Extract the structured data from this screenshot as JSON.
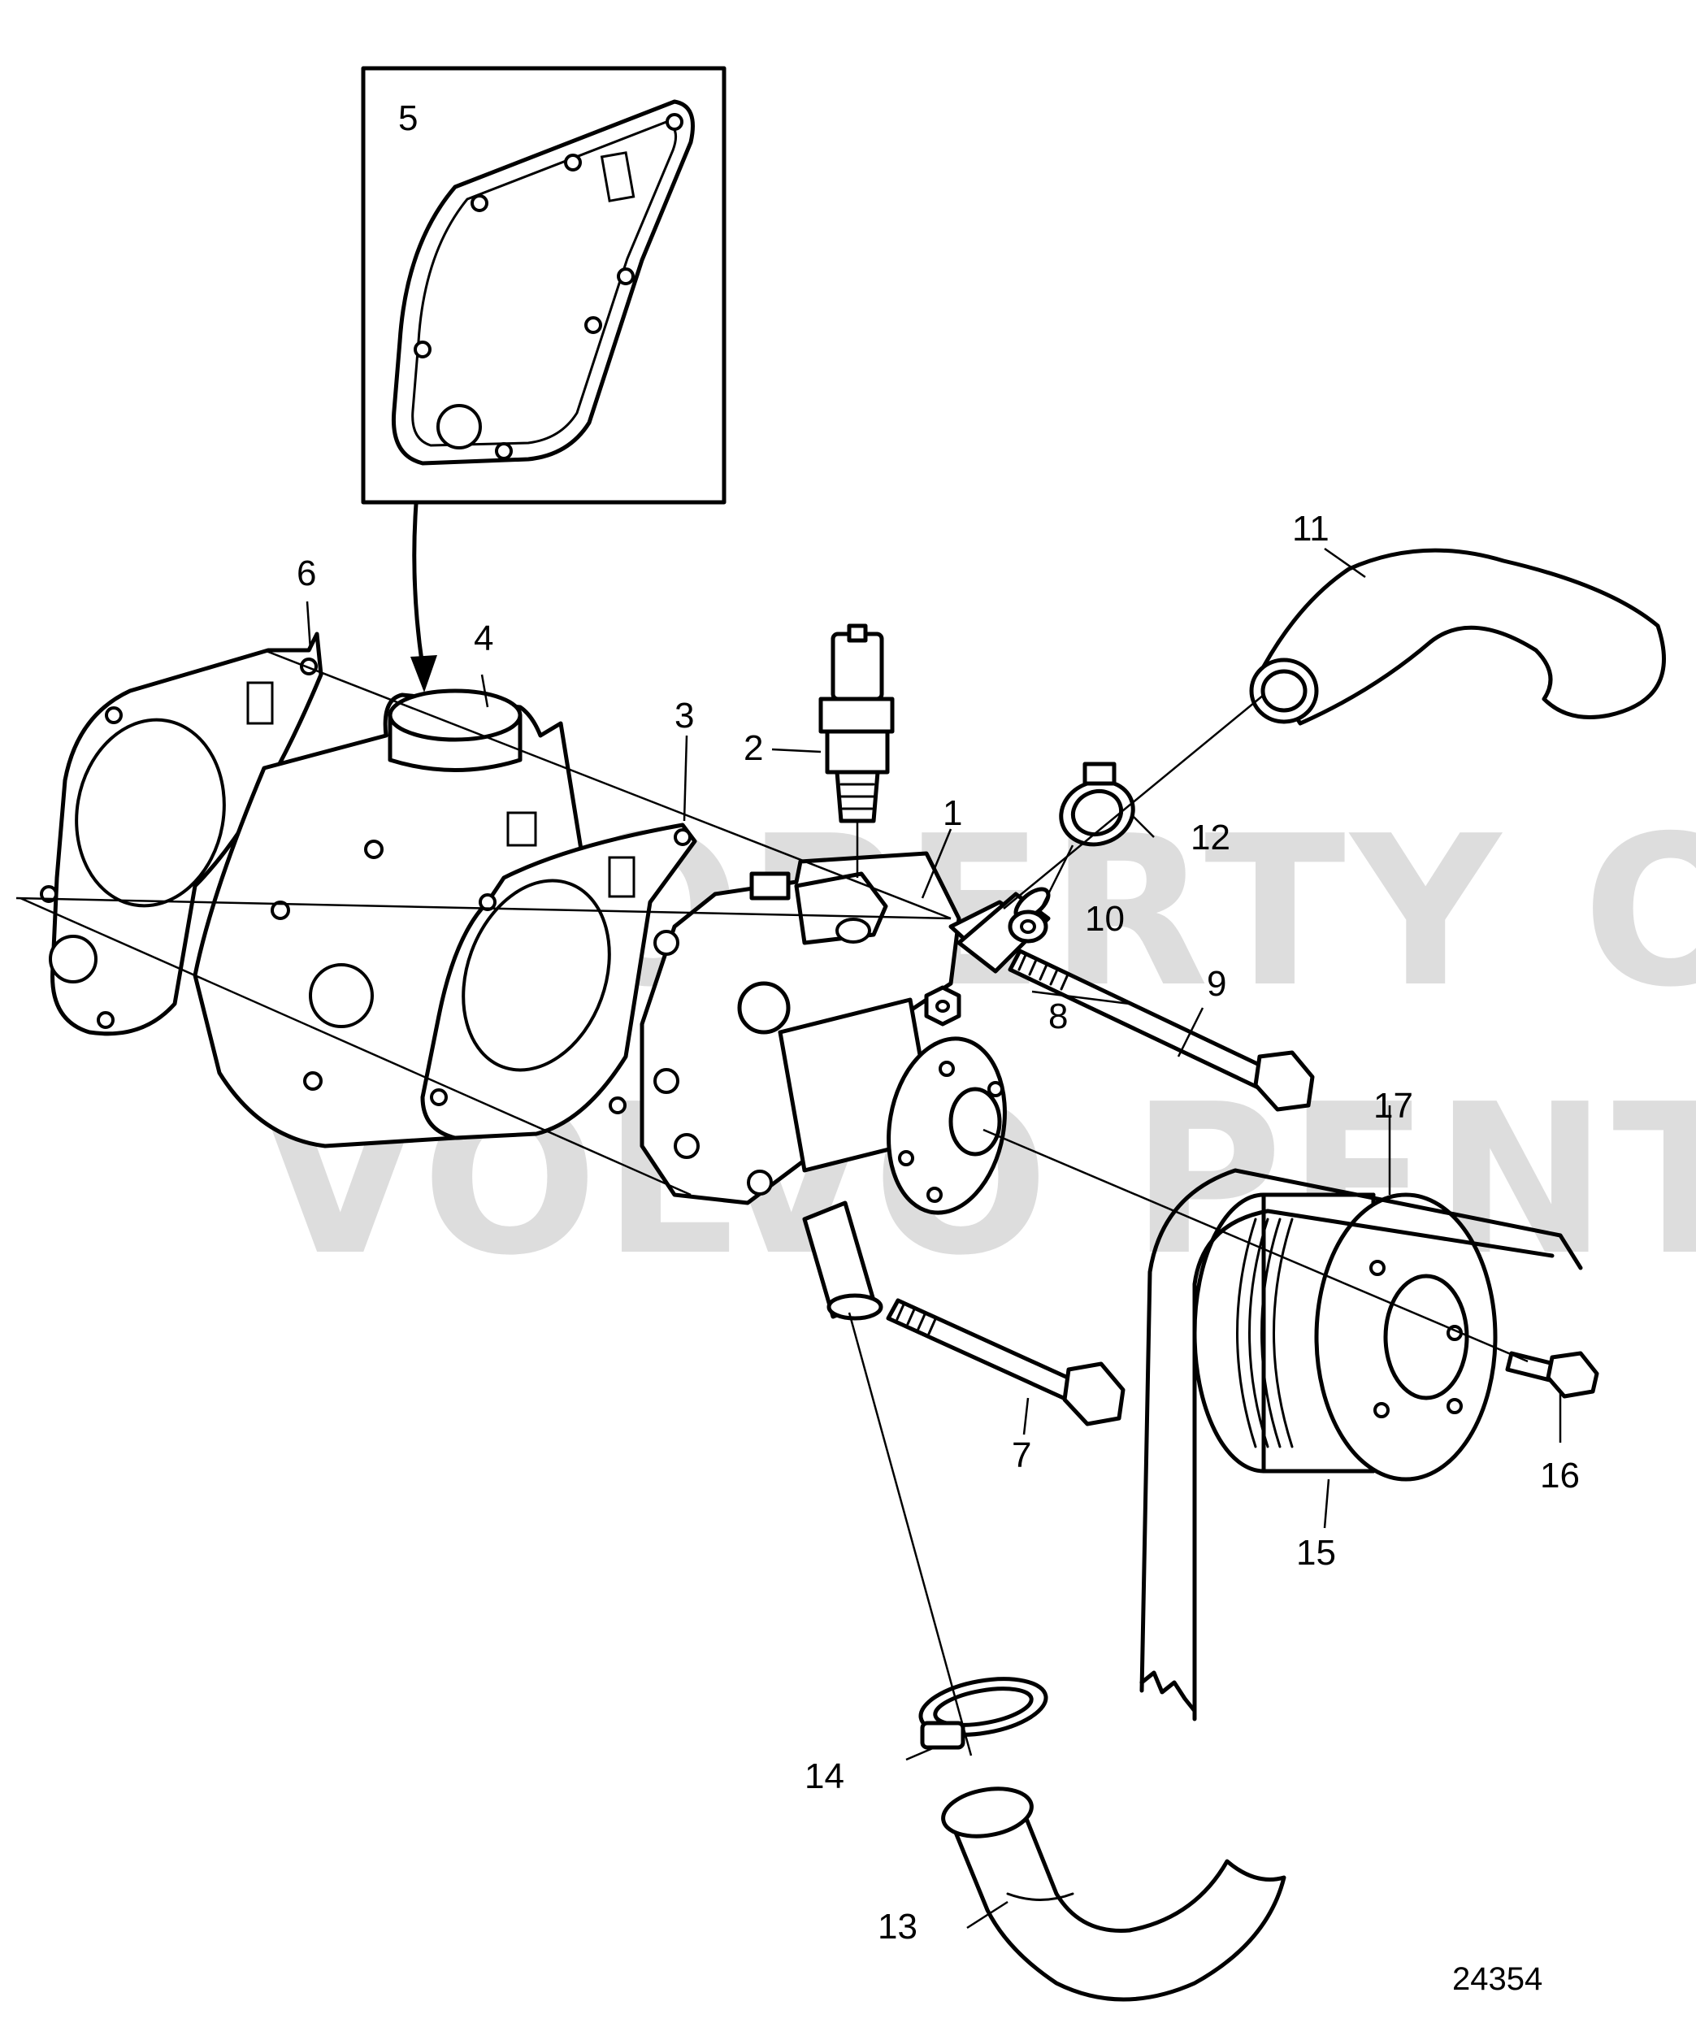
{
  "watermark": {
    "line1": "PROPERTY OF",
    "line2": "VOLVO PENTA"
  },
  "figure_number": "24354",
  "callouts": [
    {
      "id": "c1",
      "label": "1"
    },
    {
      "id": "c2",
      "label": "2"
    },
    {
      "id": "c3",
      "label": "3"
    },
    {
      "id": "c4",
      "label": "4"
    },
    {
      "id": "c5",
      "label": "5"
    },
    {
      "id": "c6",
      "label": "6"
    },
    {
      "id": "c7",
      "label": "7"
    },
    {
      "id": "c8",
      "label": "8"
    },
    {
      "id": "c9",
      "label": "9"
    },
    {
      "id": "c10",
      "label": "10"
    },
    {
      "id": "c11",
      "label": "11"
    },
    {
      "id": "c12",
      "label": "12"
    },
    {
      "id": "c13",
      "label": "13"
    },
    {
      "id": "c14",
      "label": "14"
    },
    {
      "id": "c15",
      "label": "15"
    },
    {
      "id": "c16",
      "label": "16"
    },
    {
      "id": "c17",
      "label": "17"
    }
  ]
}
